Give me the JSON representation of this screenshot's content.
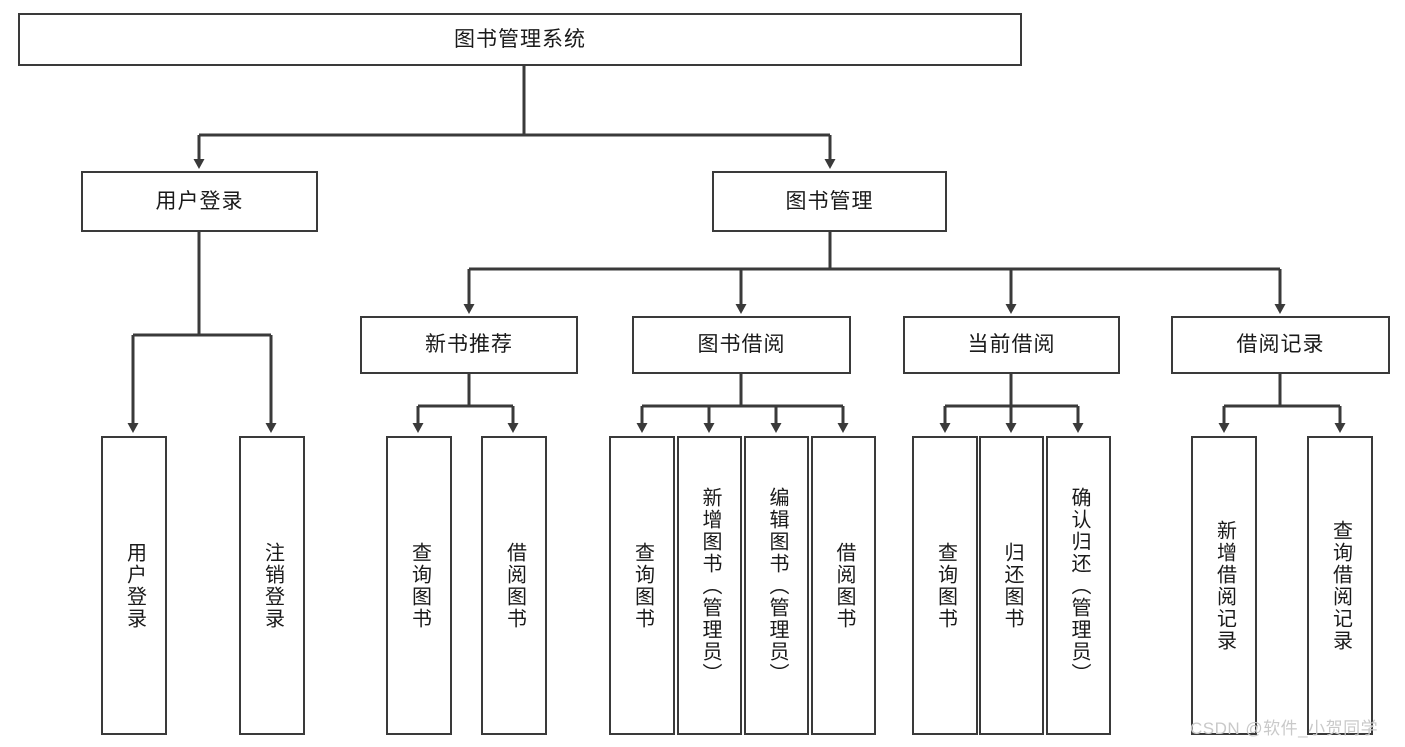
{
  "diagram": {
    "title": "图书管理系统",
    "type": "hierarchy-tree",
    "watermark": "CSDN @软件_小贺同学",
    "colors": {
      "box_border": "#3a3a3a",
      "box_fill": "#ffffff",
      "edge": "#3a3a3a",
      "text": "#1a1a1a",
      "watermark": "#c9c9c9"
    },
    "levels": {
      "level1": [
        {
          "id": "root",
          "label": "图书管理系统"
        }
      ],
      "level2": [
        {
          "id": "user-login",
          "label": "用户登录"
        },
        {
          "id": "book-management",
          "label": "图书管理"
        }
      ],
      "level3": [
        {
          "id": "new-book-recommend",
          "label": "新书推荐"
        },
        {
          "id": "book-borrow",
          "label": "图书借阅"
        },
        {
          "id": "current-borrow",
          "label": "当前借阅"
        },
        {
          "id": "borrow-record",
          "label": "借阅记录"
        }
      ],
      "level4": [
        {
          "id": "leaf-user-login",
          "label": "用户登录",
          "parent": "user-login"
        },
        {
          "id": "leaf-user-logout",
          "label": "注销登录",
          "parent": "user-login"
        },
        {
          "id": "leaf-query-book-1",
          "label": "查询图书",
          "parent": "new-book-recommend"
        },
        {
          "id": "leaf-borrow-book-1",
          "label": "借阅图书",
          "parent": "new-book-recommend"
        },
        {
          "id": "leaf-query-book-2",
          "label": "查询图书",
          "parent": "book-borrow"
        },
        {
          "id": "leaf-add-book",
          "label": "新增图书（管理员）",
          "parent": "book-borrow"
        },
        {
          "id": "leaf-edit-book",
          "label": "编辑图书（管理员）",
          "parent": "book-borrow"
        },
        {
          "id": "leaf-borrow-book-2",
          "label": "借阅图书",
          "parent": "book-borrow"
        },
        {
          "id": "leaf-query-book-3",
          "label": "查询图书",
          "parent": "current-borrow"
        },
        {
          "id": "leaf-return-book",
          "label": "归还图书",
          "parent": "current-borrow"
        },
        {
          "id": "leaf-confirm-return",
          "label": "确认归还（管理员）",
          "parent": "current-borrow"
        },
        {
          "id": "leaf-add-record",
          "label": "新增借阅记录",
          "parent": "borrow-record"
        },
        {
          "id": "leaf-query-record",
          "label": "查询借阅记录",
          "parent": "borrow-record"
        }
      ]
    }
  }
}
